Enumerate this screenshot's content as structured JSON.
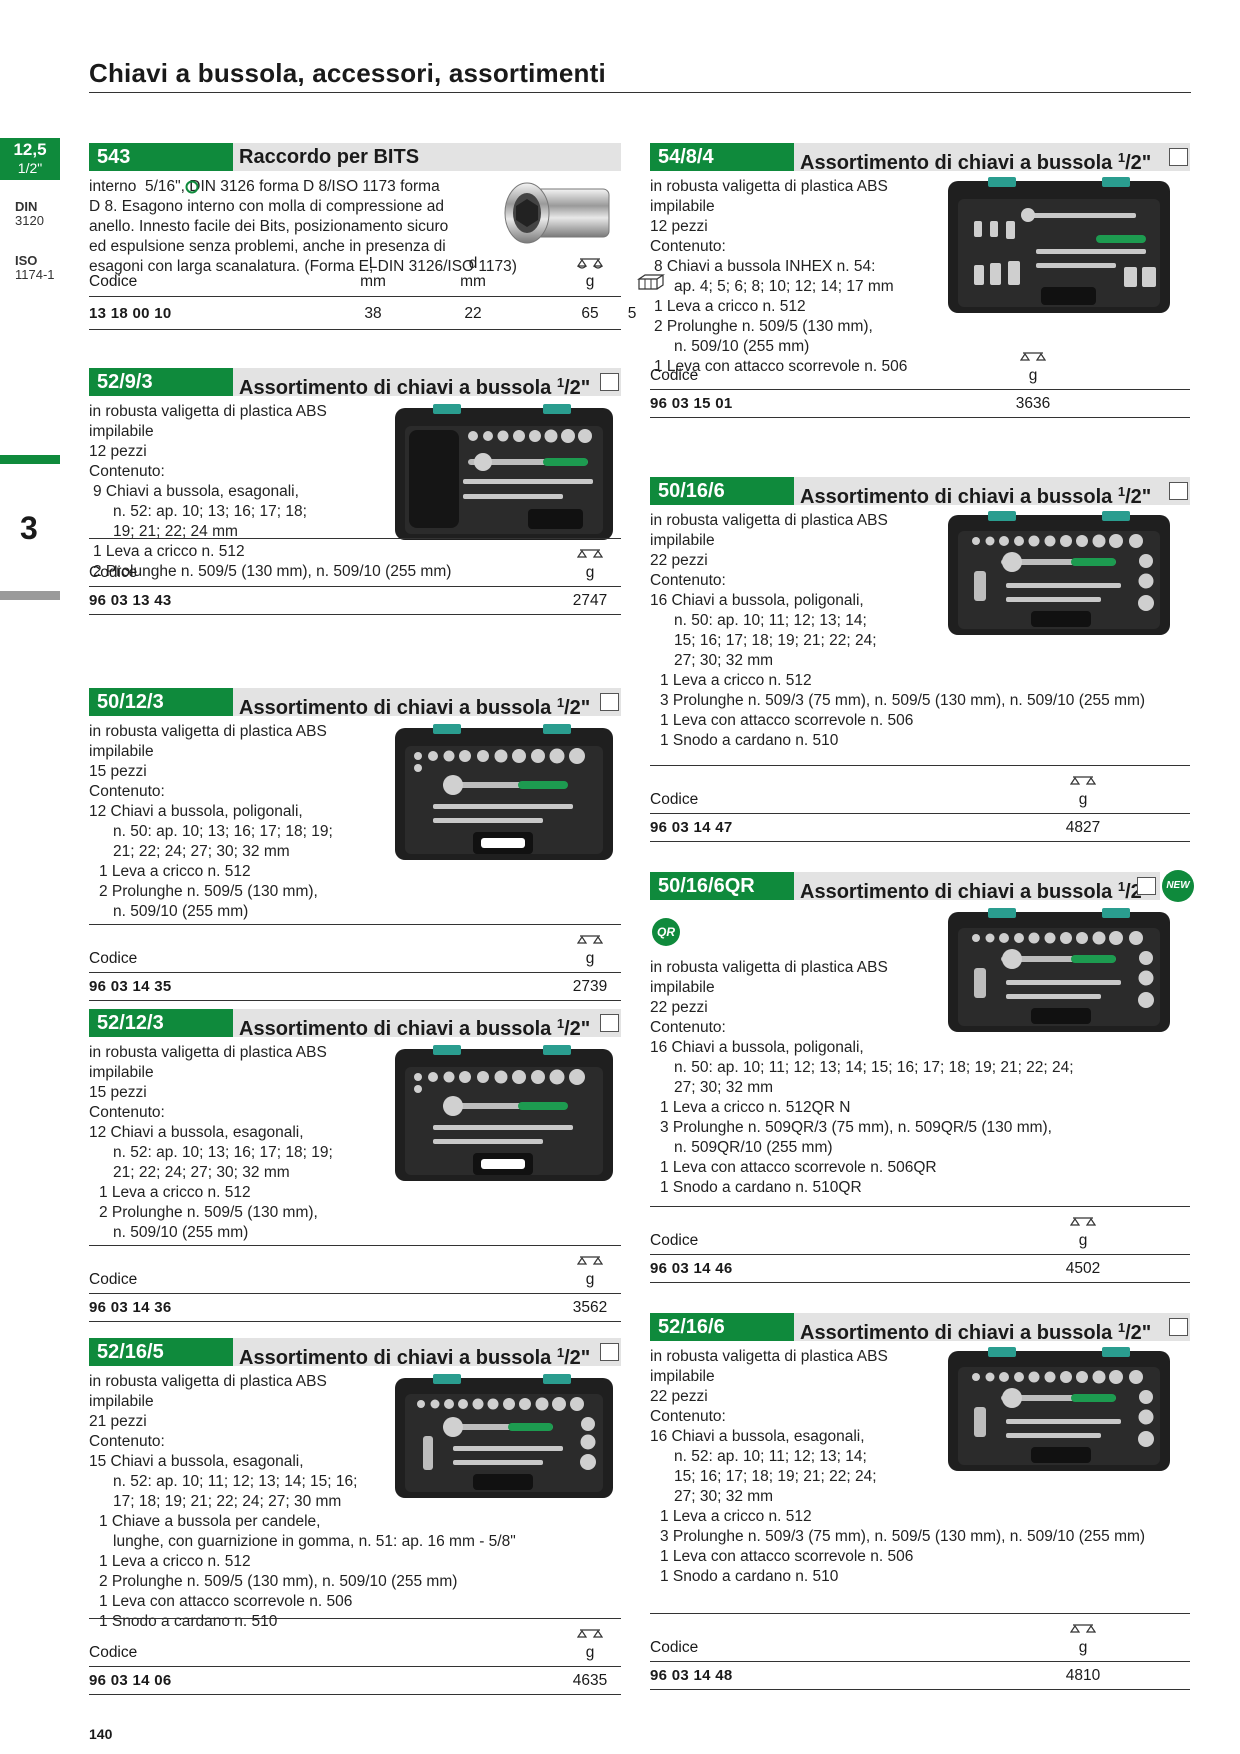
{
  "page": {
    "title": "Chiavi a bussola, accessori, assortimenti",
    "page_number": "140",
    "side": {
      "tab_size": "12,5",
      "tab_inch": "1/2\"",
      "din_label": "DIN",
      "din_value": "3120",
      "iso_label": "ISO",
      "iso_value": "1174-1",
      "chapter": "3"
    }
  },
  "common": {
    "codice": "Codice",
    "g": "g",
    "mm": "mm",
    "title_prefix": "Assortimento di chiavi a bussola ",
    "half_num": "1",
    "half_den": "/2\"",
    "desc_case": "in robusta valigetta di plastica ABS",
    "desc_stack": "impilabile",
    "desc_content": "Contenuto:"
  },
  "s543": {
    "code": "543",
    "title": "Raccordo per BITS",
    "desc": [
      "interno  5/16\", DIN 3126 forma D 8/ISO 1173 forma",
      "D 8. Esagono interno con molla di compressione ad",
      "anello. Innesto facile dei Bits, posizionamento sicuro",
      "ed espulsione senza problemi, anche in presenza di",
      "esagoni con larga scanalatura. (Forma E, DIN 3126/ISO 1173)"
    ],
    "h_L": "L",
    "h_d": "d",
    "row_code": "13 18 00 10",
    "row_L": "38",
    "row_d": "22",
    "row_g": "65",
    "row_pack": "5"
  },
  "s5293": {
    "code": "52/9/3",
    "pieces": "12 pezzi",
    "items": [
      "9 Chiavi a bussola, esagonali,",
      "n. 52: ap. 10; 13; 16; 17; 18;",
      "19; 21; 22; 24 mm",
      "1 Leva a cricco n. 512",
      "2 Prolunghe n. 509/5 (130 mm), n. 509/10 (255 mm)"
    ],
    "row_code": "96 03 13 43",
    "row_g": "2747"
  },
  "s50123": {
    "code": "50/12/3",
    "pieces": "15 pezzi",
    "items": [
      "12 Chiavi a bussola, poligonali,",
      "n. 50: ap. 10; 13; 16; 17; 18; 19;",
      "21; 22; 24; 27; 30; 32 mm",
      "1 Leva a cricco n. 512",
      "2 Prolunghe n. 509/5 (130 mm),",
      "n. 509/10 (255 mm)"
    ],
    "row_code": "96 03 14 35",
    "row_g": "2739"
  },
  "s52123": {
    "code": "52/12/3",
    "pieces": "15 pezzi",
    "items": [
      "12 Chiavi a bussola, esagonali,",
      "n. 52: ap. 10; 13; 16; 17; 18; 19;",
      "21; 22; 24; 27; 30; 32 mm",
      "1 Leva a cricco n. 512",
      "2 Prolunghe n. 509/5 (130 mm),",
      "n. 509/10 (255 mm)"
    ],
    "row_code": "96 03 14 36",
    "row_g": "3562"
  },
  "s52165": {
    "code": "52/16/5",
    "pieces": "21 pezzi",
    "items": [
      "15 Chiavi a bussola, esagonali,",
      "n. 52: ap. 10; 11; 12; 13; 14; 15; 16;",
      "17; 18; 19; 21; 22; 24; 27; 30 mm",
      "1 Chiave a bussola per candele,",
      "lunghe, con guarnizione in gomma, n. 51: ap. 16 mm - 5/8\"",
      "1 Leva a cricco n. 512",
      "2 Prolunghe n. 509/5 (130 mm), n. 509/10 (255 mm)",
      "1 Leva con attacco scorrevole n. 506",
      "1 Snodo a cardano n. 510"
    ],
    "row_code": "96 03 14 06",
    "row_g": "4635"
  },
  "s5484": {
    "code": "54/8/4",
    "pieces": "12 pezzi",
    "items": [
      "8 Chiavi a bussola INHEX n. 54:",
      "ap. 4; 5; 6; 8; 10; 12; 14; 17 mm",
      "1 Leva a cricco n. 512",
      "2 Prolunghe n. 509/5 (130 mm),",
      "n. 509/10 (255 mm)",
      "1 Leva con attacco scorrevole n. 506"
    ],
    "row_code": "96 03 15 01",
    "row_g": "3636"
  },
  "s50166": {
    "code": "50/16/6",
    "pieces": "22 pezzi",
    "items": [
      "16 Chiavi a bussola, poligonali,",
      "n. 50: ap. 10; 11; 12; 13; 14;",
      "15; 16; 17; 18; 19; 21; 22; 24;",
      "27; 30; 32 mm",
      "1 Leva a cricco n. 512",
      "3 Prolunghe n. 509/3 (75 mm), n. 509/5 (130 mm), n. 509/10 (255 mm)",
      "1 Leva con attacco scorrevole n. 506",
      "1 Snodo a cardano n. 510"
    ],
    "row_code": "96 03 14 47",
    "row_g": "4827"
  },
  "s50166qr": {
    "code": "50/16/6QR",
    "new_badge": "NEW",
    "qr_badge": "QR",
    "pieces": "22 pezzi",
    "items": [
      "16 Chiavi a bussola, poligonali,",
      "n. 50: ap. 10; 11; 12; 13; 14; 15; 16; 17; 18; 19; 21; 22; 24;",
      "27; 30; 32 mm",
      "1 Leva a cricco n. 512QR N",
      "3 Prolunghe n. 509QR/3 (75 mm), n. 509QR/5 (130 mm),",
      "n. 509QR/10 (255 mm)",
      "1 Leva con attacco scorrevole n. 506QR",
      "1 Snodo a cardano n. 510QR"
    ],
    "row_code": "96 03 14 46",
    "row_g": "4502"
  },
  "s52166": {
    "code": "52/16/6",
    "pieces": "22 pezzi",
    "items": [
      "16 Chiavi a bussola, esagonali,",
      "n. 52: ap. 10; 11; 12; 13; 14;",
      "15; 16; 17; 18; 19; 21; 22; 24;",
      "27; 30; 32 mm",
      "1 Leva a cricco n. 512",
      "3 Prolunghe n. 509/3 (75 mm), n. 509/5 (130 mm), n. 509/10 (255 mm)",
      "1 Leva con attacco scorrevole n. 506",
      "1 Snodo a cardano n. 510"
    ],
    "row_code": "96 03 14 48",
    "row_g": "4810"
  },
  "colors": {
    "brand_green": "#0f8a3c",
    "header_gray": "#e3e3e3",
    "case_black": "#1f1f1f",
    "case_accent": "#2a9d8f"
  }
}
